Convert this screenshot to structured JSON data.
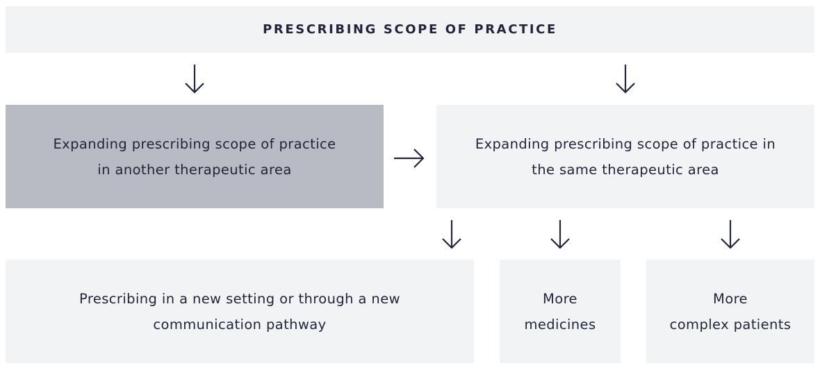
{
  "header": {
    "title": "PRESCRIBING SCOPE OF PRACTICE"
  },
  "middle": {
    "left": {
      "line1": "Expanding prescribing scope of practice",
      "line2": "in another therapeutic area"
    },
    "right": {
      "line1": "Expanding prescribing scope of practice in",
      "line2": "the same therapeutic area"
    }
  },
  "bottom": {
    "setting": {
      "line1": "Prescribing in a new setting or through a new",
      "line2": "communication pathway"
    },
    "medicines": {
      "line1": "More",
      "line2": "medicines"
    },
    "patients": {
      "line1": "More",
      "line2": "complex patients"
    }
  },
  "colors": {
    "text": "#22253a",
    "box_light": "#f2f3f5",
    "box_highlight": "#b8bac4",
    "arrow": "#22253a"
  },
  "icons": {
    "down_arrows": [
      "arrow-down-icon",
      "arrow-down-icon",
      "arrow-down-icon",
      "arrow-down-icon",
      "arrow-down-icon"
    ],
    "right_arrow": "arrow-right-icon"
  }
}
